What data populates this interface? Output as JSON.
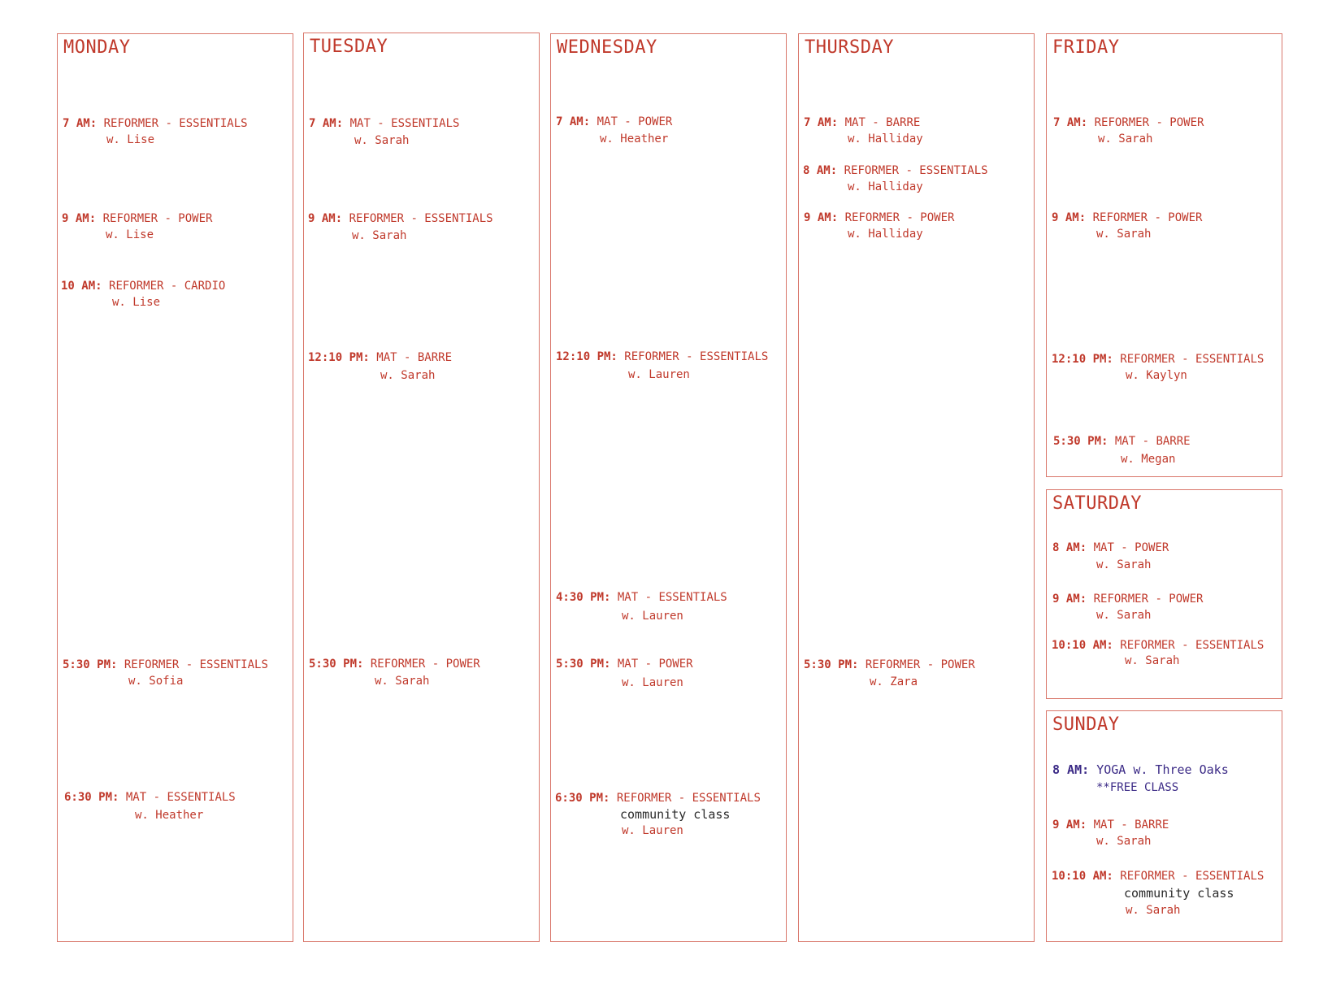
{
  "days": {
    "monday": {
      "title": "MONDAY",
      "classes": [
        {
          "time": "7 AM:",
          "name": "REFORMER - ESSENTIALS",
          "instructor": "w. Lise"
        },
        {
          "time": "9 AM:",
          "name": "REFORMER - POWER",
          "instructor": "w. Lise"
        },
        {
          "time": "10 AM:",
          "name": "REFORMER - CARDIO",
          "instructor": "w. Lise"
        },
        {
          "time": "5:30 PM:",
          "name": "REFORMER - ESSENTIALS",
          "instructor": "w. Sofia"
        },
        {
          "time": "6:30 PM:",
          "name": "MAT - ESSENTIALS",
          "instructor": "w. Heather"
        }
      ]
    },
    "tuesday": {
      "title": "TUESDAY",
      "classes": [
        {
          "time": "7 AM:",
          "name": "MAT - ESSENTIALS",
          "instructor": "w. Sarah"
        },
        {
          "time": "9 AM:",
          "name": "REFORMER - ESSENTIALS",
          "instructor": "w. Sarah"
        },
        {
          "time": "12:10 PM:",
          "name": "MAT - BARRE",
          "instructor": "w. Sarah"
        },
        {
          "time": "5:30 PM:",
          "name": "REFORMER - POWER",
          "instructor": "w. Sarah"
        }
      ]
    },
    "wednesday": {
      "title": "WEDNESDAY",
      "classes": [
        {
          "time": "7 AM:",
          "name": "MAT - POWER",
          "instructor": "w. Heather"
        },
        {
          "time": "12:10 PM:",
          "name": "REFORMER - ESSENTIALS",
          "instructor": "w. Lauren"
        },
        {
          "time": "4:30 PM:",
          "name": "MAT - ESSENTIALS",
          "instructor": "w. Lauren"
        },
        {
          "time": "5:30 PM:",
          "name": "MAT - POWER",
          "instructor": "w. Lauren"
        },
        {
          "time": "6:30 PM:",
          "name": "REFORMER - ESSENTIALS",
          "note": "community class",
          "instructor": "w. Lauren"
        }
      ]
    },
    "thursday": {
      "title": "THURSDAY",
      "classes": [
        {
          "time": "7 AM:",
          "name": "MAT - BARRE",
          "instructor": "w. Halliday"
        },
        {
          "time": "8 AM:",
          "name": "REFORMER - ESSENTIALS",
          "instructor": "w. Halliday"
        },
        {
          "time": "9 AM:",
          "name": "REFORMER - POWER",
          "instructor": "w. Halliday"
        },
        {
          "time": "5:30 PM:",
          "name": "REFORMER - POWER",
          "instructor": "w. Zara"
        }
      ]
    },
    "friday": {
      "title": "FRIDAY",
      "classes": [
        {
          "time": "7 AM:",
          "name": "REFORMER - POWER",
          "instructor": "w. Sarah"
        },
        {
          "time": "9 AM:",
          "name": "REFORMER - POWER",
          "instructor": "w. Sarah"
        },
        {
          "time": "12:10 PM:",
          "name": "REFORMER - ESSENTIALS",
          "instructor": "w. Kaylyn"
        },
        {
          "time": "5:30 PM:",
          "name": "MAT - BARRE",
          "instructor": "w. Megan"
        }
      ]
    },
    "saturday": {
      "title": "SATURDAY",
      "classes": [
        {
          "time": "8 AM:",
          "name": "MAT - POWER",
          "instructor": "w. Sarah"
        },
        {
          "time": "9 AM:",
          "name": "REFORMER - POWER",
          "instructor": "w. Sarah"
        },
        {
          "time": "10:10 AM:",
          "name": "REFORMER - ESSENTIALS",
          "instructor": "w. Sarah"
        }
      ]
    },
    "sunday": {
      "title": "SUNDAY",
      "classes": [
        {
          "time": "8 AM:",
          "name": "YOGA w. Three Oaks",
          "extra": "**FREE CLASS"
        },
        {
          "time": "9 AM:",
          "name": "MAT - BARRE",
          "instructor": "w. Sarah"
        },
        {
          "time": "10:10 AM:",
          "name": "REFORMER - ESSENTIALS",
          "note": "community class",
          "instructor": "w. Sarah"
        }
      ]
    }
  },
  "colors": {
    "border": "#d9776b",
    "text": "#c0392b",
    "note_text": "#2b2b2b",
    "free_class_text": "#3b2a86"
  }
}
